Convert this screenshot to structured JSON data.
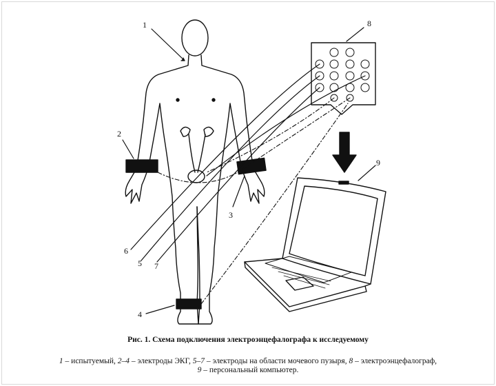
{
  "figure": {
    "labels": {
      "l1": "1",
      "l2": "2",
      "l3": "3",
      "l4": "4",
      "l5": "5",
      "l6": "6",
      "l7": "7",
      "l8": "8",
      "l9": "9"
    },
    "caption_title": "Рис. 1. Схема подключения электроэнцефалографа к исследуемому",
    "legend": [
      {
        "num": "1",
        "text": " – испытуемый, "
      },
      {
        "num": "2–4",
        "text": " – электроды ЭКГ, "
      },
      {
        "num": "5–7",
        "text": " – электроды на области мочевого пузыря, "
      },
      {
        "num": "8",
        "text": " – электроэнцефалограф,"
      },
      {
        "num": "9",
        "text": " – персональный компьютер."
      }
    ]
  }
}
